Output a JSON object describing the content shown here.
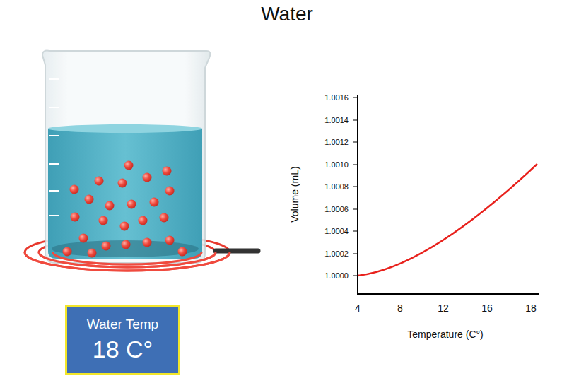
{
  "diagram": {
    "title": "Water",
    "nodes": [
      {
        "text": [
          "Water Temp",
          "18 C°"
        ]
      }
    ],
    "labels": [
      "1.0016",
      "1.0014",
      "1.0012",
      "1.0010",
      "1.0008",
      "1.0006",
      "1.0004",
      "1.0002",
      "1.0000",
      "Volume (mL)",
      "4",
      "8",
      "12",
      "16",
      "18",
      "Temperature (C°)"
    ]
  }
}
